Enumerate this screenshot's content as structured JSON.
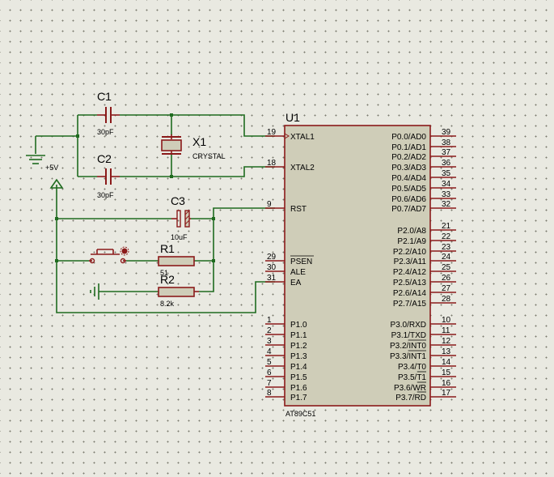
{
  "chip": {
    "ref": "U1",
    "part": "AT89C51",
    "pins_left": [
      {
        "num": "19",
        "name": "XTAL1"
      },
      {
        "num": "18",
        "name": "XTAL2"
      },
      {
        "num": "9",
        "name": "RST"
      },
      {
        "num": "29",
        "name": "PSEN"
      },
      {
        "num": "30",
        "name": "ALE"
      },
      {
        "num": "31",
        "name": "EA"
      },
      {
        "num": "1",
        "name": "P1.0"
      },
      {
        "num": "2",
        "name": "P1.1"
      },
      {
        "num": "3",
        "name": "P1.2"
      },
      {
        "num": "4",
        "name": "P1.3"
      },
      {
        "num": "5",
        "name": "P1.4"
      },
      {
        "num": "6",
        "name": "P1.5"
      },
      {
        "num": "7",
        "name": "P1.6"
      },
      {
        "num": "8",
        "name": "P1.7"
      }
    ],
    "pins_right": [
      {
        "num": "39",
        "name": "P0.0/AD0"
      },
      {
        "num": "38",
        "name": "P0.1/AD1"
      },
      {
        "num": "37",
        "name": "P0.2/AD2"
      },
      {
        "num": "36",
        "name": "P0.3/AD3"
      },
      {
        "num": "35",
        "name": "P0.4/AD4"
      },
      {
        "num": "34",
        "name": "P0.5/AD5"
      },
      {
        "num": "33",
        "name": "P0.6/AD6"
      },
      {
        "num": "32",
        "name": "P0.7/AD7"
      },
      {
        "num": "21",
        "name": "P2.0/A8"
      },
      {
        "num": "22",
        "name": "P2.1/A9"
      },
      {
        "num": "23",
        "name": "P2.2/A10"
      },
      {
        "num": "24",
        "name": "P2.3/A11"
      },
      {
        "num": "25",
        "name": "P2.4/A12"
      },
      {
        "num": "26",
        "name": "P2.5/A13"
      },
      {
        "num": "27",
        "name": "P2.6/A14"
      },
      {
        "num": "28",
        "name": "P2.7/A15"
      },
      {
        "num": "10",
        "name": "P3.0/RXD"
      },
      {
        "num": "11",
        "name": "P3.1/TXD"
      },
      {
        "num": "12",
        "name": "P3.2/INT0"
      },
      {
        "num": "13",
        "name": "P3.3/INT1"
      },
      {
        "num": "14",
        "name": "P3.4/T0"
      },
      {
        "num": "15",
        "name": "P3.5/T1"
      },
      {
        "num": "16",
        "name": "P3.6/WR"
      },
      {
        "num": "17",
        "name": "P3.7/RD"
      }
    ]
  },
  "components": {
    "c1": {
      "ref": "C1",
      "value": "30pF"
    },
    "c2": {
      "ref": "C2",
      "value": "30pF"
    },
    "c3": {
      "ref": "C3",
      "value": "10uF"
    },
    "x1": {
      "ref": "X1",
      "value": "CRYSTAL"
    },
    "r1": {
      "ref": "R1",
      "value": "51"
    },
    "r2": {
      "ref": "R2",
      "value": "8.2k"
    }
  },
  "power": {
    "label": "+5V"
  },
  "colors": {
    "background": "#e9e9e1",
    "wire": "#1f6b1f",
    "component": "#8b1a1a",
    "chip_fill": "#cfcdb8",
    "junction": "#1f6b1f"
  }
}
